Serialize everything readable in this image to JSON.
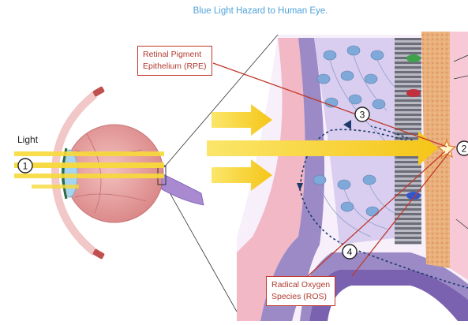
{
  "title": "Blue Light Hazard to Human Eye.",
  "light_label": "Light",
  "callouts": {
    "rpe": [
      "Retinal Pigment",
      "Epithelium (RPE)"
    ],
    "ros": [
      "Radical Oxygen",
      "Species (ROS)"
    ]
  },
  "markers": [
    "1",
    "2",
    "3",
    "4"
  ],
  "colors": {
    "title": "#4fa3d9",
    "callout_border": "#c0392b",
    "light_beam": "#f7d93a",
    "tissue_purple": "#9b8ac6",
    "tissue_pink": "#f2b8c6",
    "rpe_orange": "#e9b07f",
    "eye": "#e59a9a"
  }
}
